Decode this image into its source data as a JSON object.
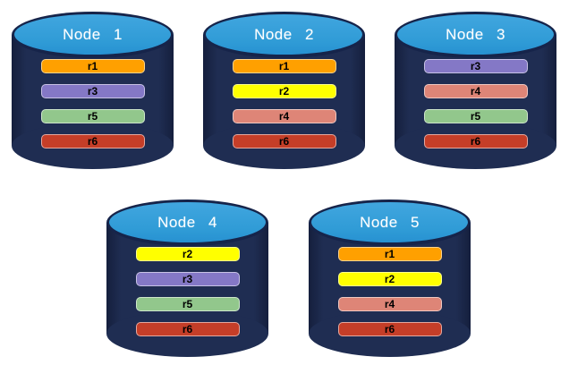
{
  "colors": {
    "background": "#FFFFFF",
    "cylinder_body": "#1F2D52",
    "cylinder_top": "#2F9BD6",
    "node_label_text": "#FFFFFF",
    "replica_label_text": "#000000"
  },
  "replica_colors": {
    "r1": "#FFA000",
    "r2": "#FFFF00",
    "r3": "#8478C6",
    "r4": "#DE8577",
    "r5": "#92C78C",
    "r6": "#C53E28"
  },
  "nodes": [
    {
      "label": "Node 1",
      "replicas": [
        "r1",
        "r3",
        "r5",
        "r6"
      ]
    },
    {
      "label": "Node 2",
      "replicas": [
        "r1",
        "r2",
        "r4",
        "r6"
      ]
    },
    {
      "label": "Node 3",
      "replicas": [
        "r3",
        "r4",
        "r5",
        "r6"
      ]
    },
    {
      "label": "Node 4",
      "replicas": [
        "r2",
        "r3",
        "r5",
        "r6"
      ]
    },
    {
      "label": "Node 5",
      "replicas": [
        "r1",
        "r2",
        "r4",
        "r6"
      ]
    }
  ]
}
